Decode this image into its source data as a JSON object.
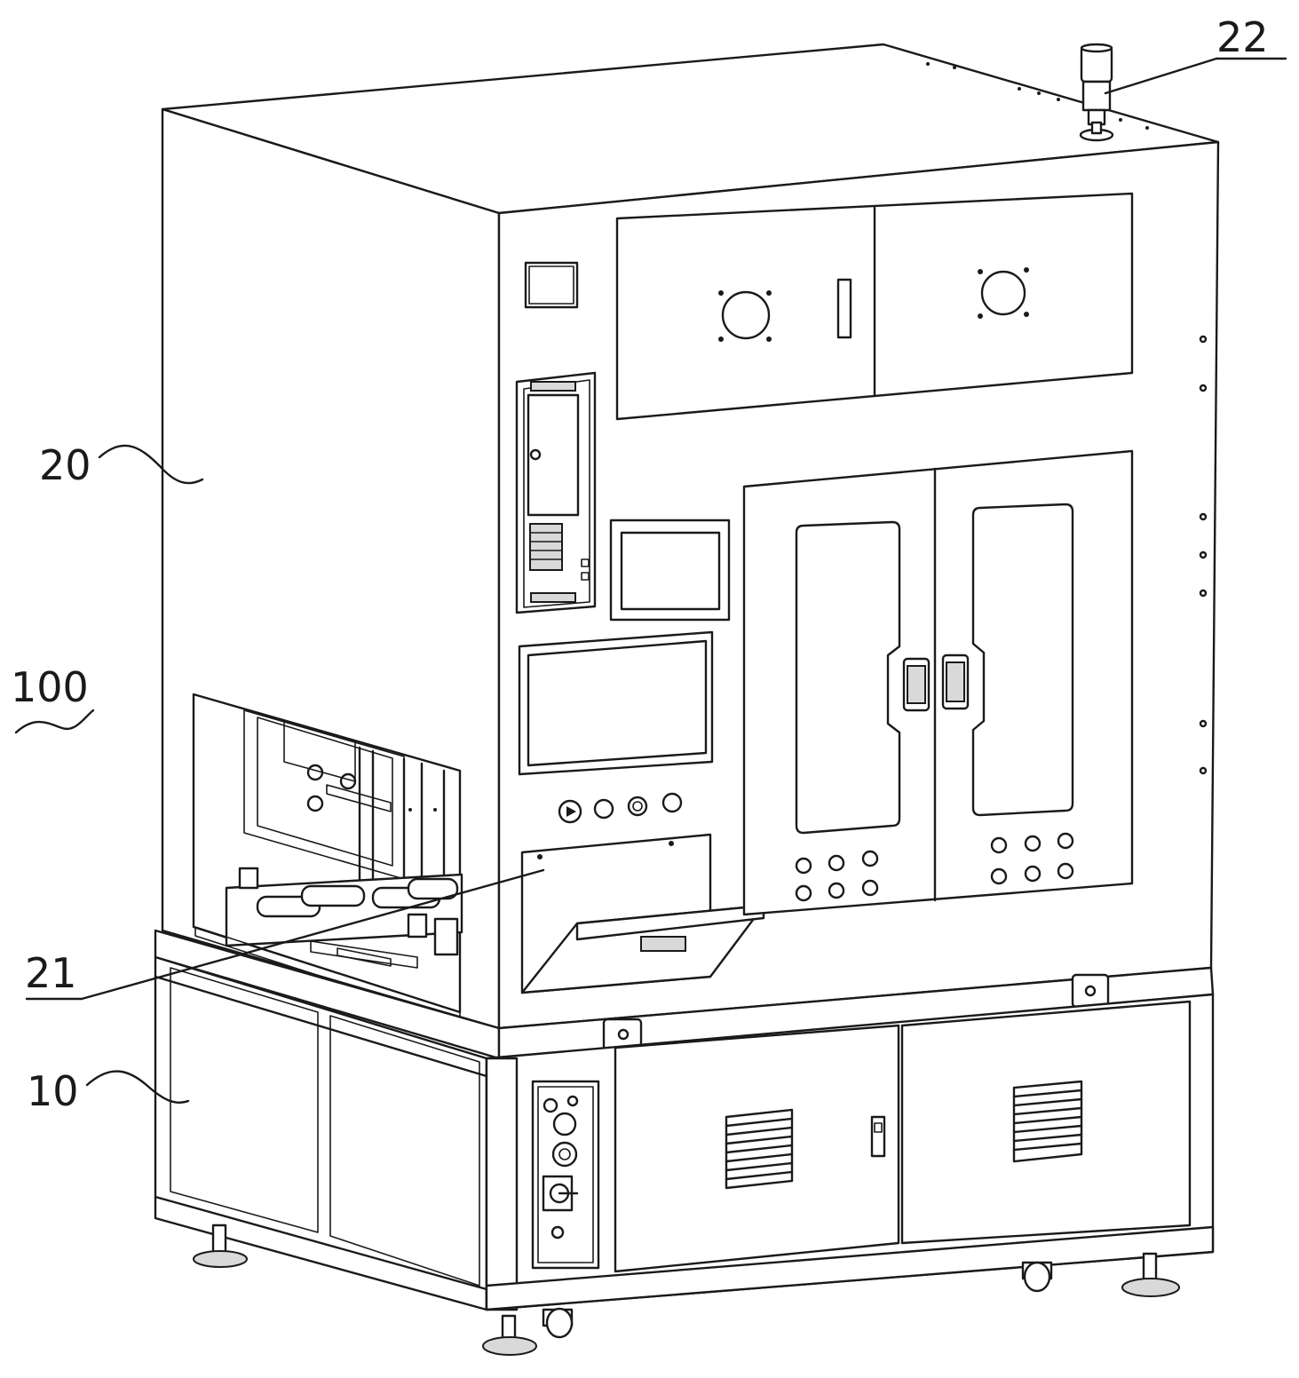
{
  "labels": {
    "cabinet_upper": "20",
    "machine": "100",
    "base": "10",
    "tray": "21",
    "signal_light": "22"
  }
}
